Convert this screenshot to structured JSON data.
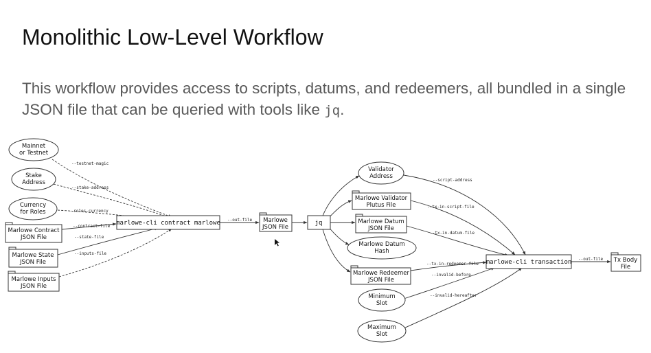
{
  "slide": {
    "title": "Monolithic Low-Level Workflow",
    "description_before": "This workflow provides access to scripts, datums, and redeemers, all bundled in a single JSON file that can be queried with tools like ",
    "description_code": "jq",
    "description_after": "."
  },
  "diagram": {
    "nodes": {
      "mainnet": [
        "Mainnet",
        "or Testnet"
      ],
      "stake": [
        "Stake",
        "Address"
      ],
      "currency": [
        "Currency",
        "for Roles"
      ],
      "contract_file": [
        "Marlowe Contract",
        "JSON File"
      ],
      "state_file": [
        "Marlowe State",
        "JSON File"
      ],
      "inputs_file": [
        "Marlowe Inputs",
        "JSON File"
      ],
      "cli_contract": "marlowe-cli contract marlowe",
      "marlowe_json": [
        "Marlowe",
        "JSON File"
      ],
      "jq": "jq",
      "validator_address": [
        "Validator",
        "Address"
      ],
      "validator_plutus": [
        "Marlowe Validator",
        "Plutus File"
      ],
      "datum_file": [
        "Marlowe Datum",
        "JSON File"
      ],
      "datum_hash": [
        "Marlowe Datum",
        "Hash"
      ],
      "redeemer_file": [
        "Marlowe Redeemer",
        "JSON File"
      ],
      "min_slot": [
        "Minimum",
        "Slot"
      ],
      "max_slot": [
        "Maximum",
        "Slot"
      ],
      "cli_transaction": "marlowe-cli transaction",
      "tx_body": [
        "Tx Body",
        "File"
      ]
    },
    "edge_labels": {
      "testnet_magic": "--testnet-magic",
      "stake_address": "--stake-address",
      "roles_currency": "--roles-currency",
      "contract_file": "--contract-file",
      "state_file": "--state-file",
      "inputs_file": "--inputs-file",
      "out_file_1": "--out-file",
      "script_address": "--script-address",
      "tx_in_script_file": "--tx-in-script-file",
      "tx_in_datum_file": "--tx-in-datum-file",
      "tx_in_redeemer_file": "--tx-in-redeemer-file",
      "invalid_before": "--invalid-before",
      "invalid_hereafter": "--invalid-hereafter",
      "out_file_2": "--out-file"
    }
  }
}
